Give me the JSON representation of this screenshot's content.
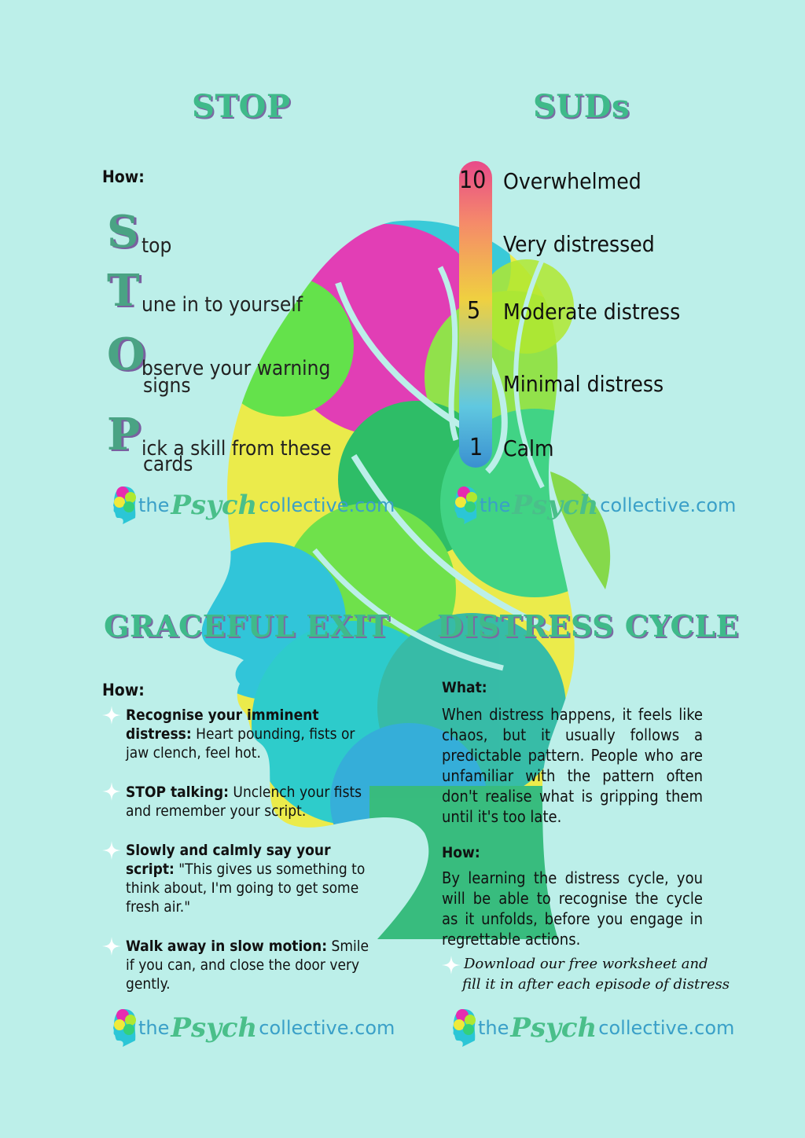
{
  "stop": {
    "title": "STOP",
    "how_label": "How:",
    "letters": [
      {
        "letter": "S",
        "text": "top"
      },
      {
        "letter": "T",
        "text": "une in to yourself"
      },
      {
        "letter": "O",
        "text": "bserve your warning",
        "text2": "signs"
      },
      {
        "letter": "P",
        "text": "ick a skill from these",
        "text2": "cards"
      }
    ]
  },
  "suds": {
    "title": "SUDs",
    "levels": [
      {
        "num": "10",
        "label": "Overwhelmed"
      },
      {
        "num": "",
        "label": "Very distressed"
      },
      {
        "num": "5",
        "label": "Moderate distress"
      },
      {
        "num": "",
        "label": "Minimal distress"
      },
      {
        "num": "1",
        "label": "Calm"
      }
    ]
  },
  "graceful_exit": {
    "title": "GRACEFUL EXIT",
    "how_label": "How:",
    "items": [
      {
        "bold": "Recognise your imminent distress:",
        "text": " Heart pounding, fists or jaw clench, feel hot."
      },
      {
        "bold": "STOP talking:",
        "text": " Unclench your fists and remember your script."
      },
      {
        "bold": "Slowly and calmly say your script:",
        "text": " \"This gives us something to think about, I'm going to get some fresh air.\""
      },
      {
        "bold": "Walk away in slow motion:",
        "text": " Smile if you can, and close the door very gently."
      }
    ]
  },
  "distress_cycle": {
    "title": "DISTRESS CYCLE",
    "what_label": "What:",
    "what_text": "When distress happens, it feels like chaos, but it usually follows a predictable pattern. People who are unfamiliar with the pattern often don't realise what is gripping them until it's too late.",
    "how_label": "How:",
    "how_text": "By learning the distress cycle, you will be able to recognise the cycle as it unfolds, before you engage in regrettable actions.",
    "download_line1": "Download our free worksheet and",
    "download_line2": "fill it in after each episode of distress"
  },
  "brand": {
    "the": "the",
    "psych": "Psych",
    "collective": "collective.com"
  },
  "colors": {
    "background": "#bcefe9",
    "heading": "#3fba8a",
    "heading_shadow": "#7a6aa3",
    "brand_blue": "#3aa0c8",
    "brand_green": "#4abf8a"
  }
}
